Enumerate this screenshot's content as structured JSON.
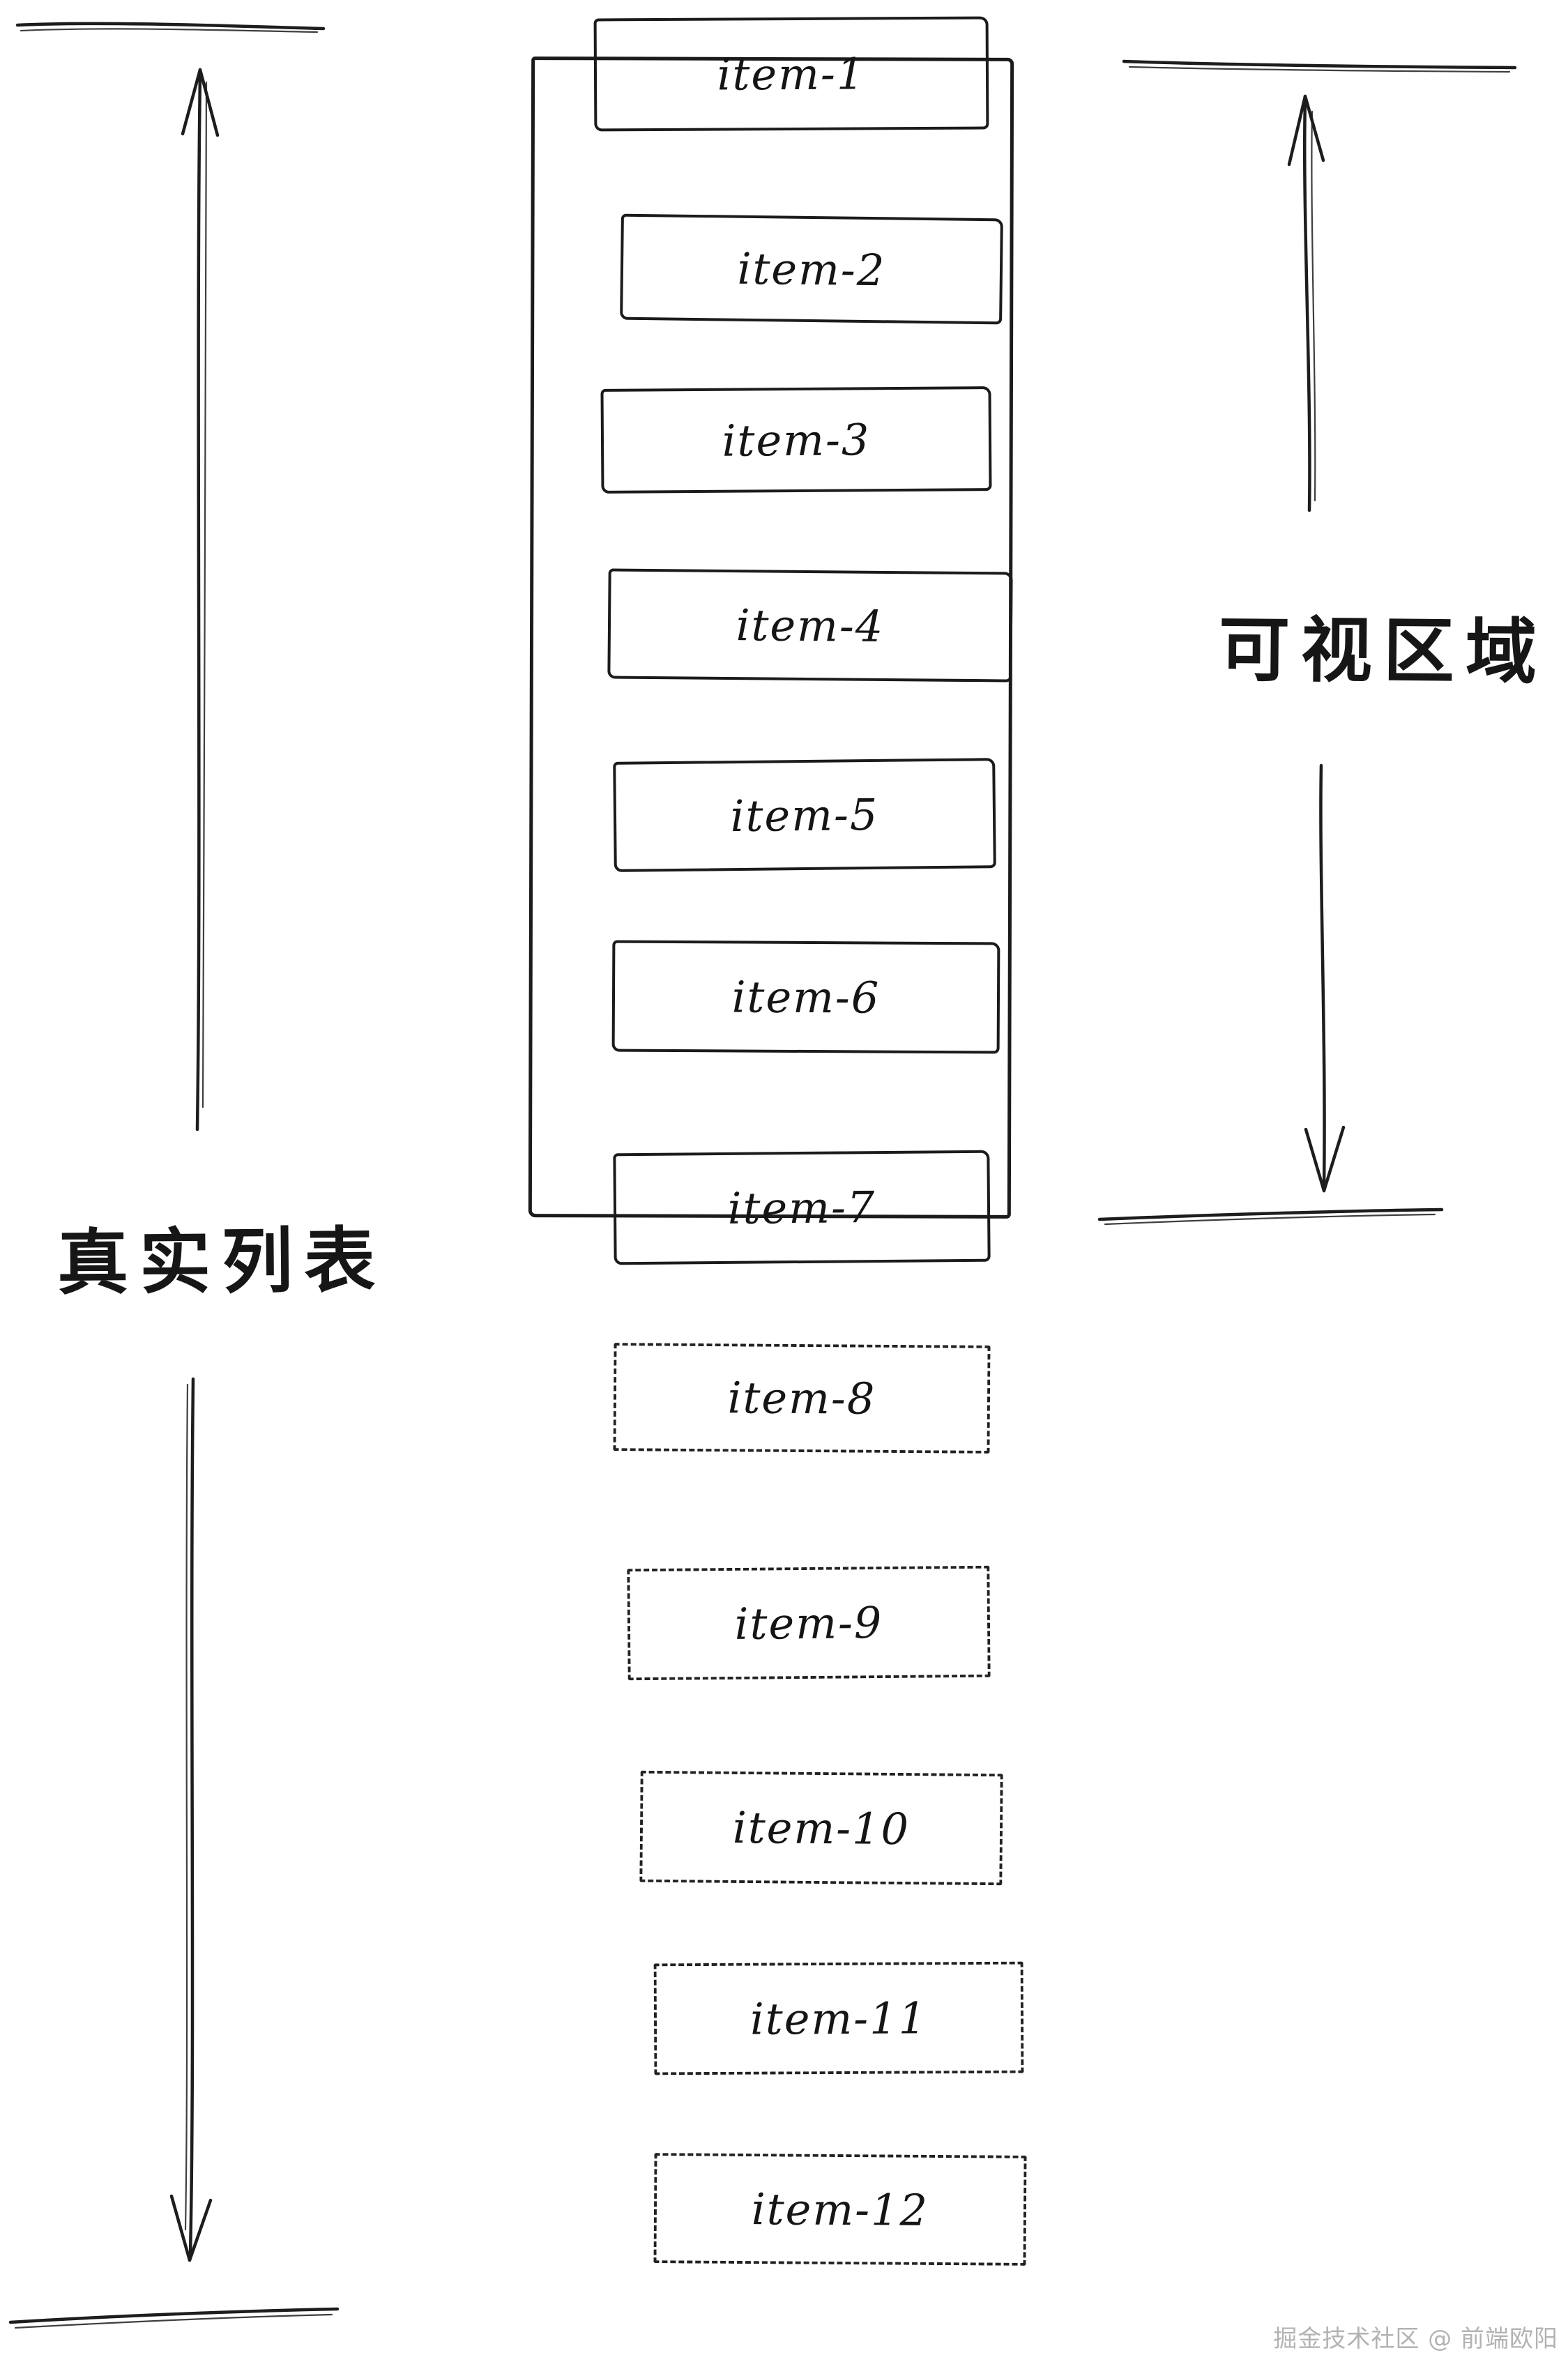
{
  "page": {
    "ink_color": "#1c1c1c",
    "background_color": "#ffffff",
    "watermark_color": "#b3b3b3"
  },
  "labels": {
    "real_list": "真实列表",
    "visible_area": "可视区域"
  },
  "viewport": {
    "description": "solid rectangle enclosing items 1-7 representing the visible area"
  },
  "items": [
    {
      "label": "item-1",
      "style": "solid"
    },
    {
      "label": "item-2",
      "style": "solid"
    },
    {
      "label": "item-3",
      "style": "solid"
    },
    {
      "label": "item-4",
      "style": "solid"
    },
    {
      "label": "item-5",
      "style": "solid"
    },
    {
      "label": "item-6",
      "style": "solid"
    },
    {
      "label": "item-7",
      "style": "solid"
    },
    {
      "label": "item-8",
      "style": "dashed"
    },
    {
      "label": "item-9",
      "style": "dashed"
    },
    {
      "label": "item-10",
      "style": "dashed"
    },
    {
      "label": "item-11",
      "style": "dashed"
    },
    {
      "label": "item-12",
      "style": "dashed"
    }
  ],
  "watermark": "掘金技术社区 @ 前端欧阳"
}
